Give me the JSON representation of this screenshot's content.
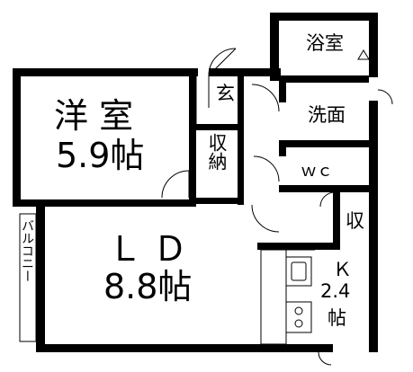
{
  "rooms": {
    "western": {
      "name": "洋 室",
      "size": "5.9帖"
    },
    "ld": {
      "name": "Ｌ Ｄ",
      "size": "8.8帖"
    },
    "kitchen": {
      "name": "Ｋ",
      "size": "2.4",
      "unit": "帖"
    },
    "bath": {
      "name": "浴室"
    },
    "washroom": {
      "name": "洗面"
    },
    "entrance": {
      "name": "玄"
    },
    "closet": {
      "name": "収納"
    },
    "wc": {
      "name": "ｗｃ"
    },
    "storage": {
      "name": "収"
    },
    "balcony": {
      "name": "バルコニー"
    }
  },
  "colors": {
    "wall": "#000000",
    "line": "#444444",
    "floor": "#ffffff"
  }
}
